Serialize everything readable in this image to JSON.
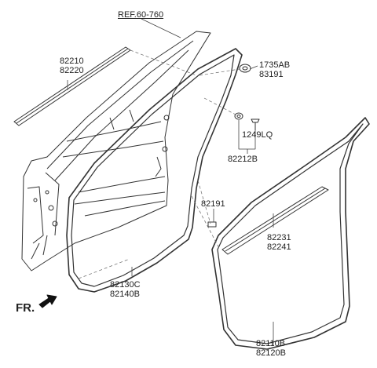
{
  "ref_label": "REF.60-760",
  "parts": {
    "beltline_molding": [
      "82210",
      "82220"
    ],
    "clip_fastener": [
      "1735AB",
      "83191"
    ],
    "screw_bolt": [
      "1249LQ"
    ],
    "retainer": [
      "82212B"
    ],
    "plug": [
      "82191"
    ],
    "door_side_seal": [
      "82130C",
      "82140B"
    ],
    "inner_molding": [
      "82231",
      "82241"
    ],
    "body_side_seal": [
      "82110B",
      "82120B"
    ]
  },
  "front_label": "FR."
}
